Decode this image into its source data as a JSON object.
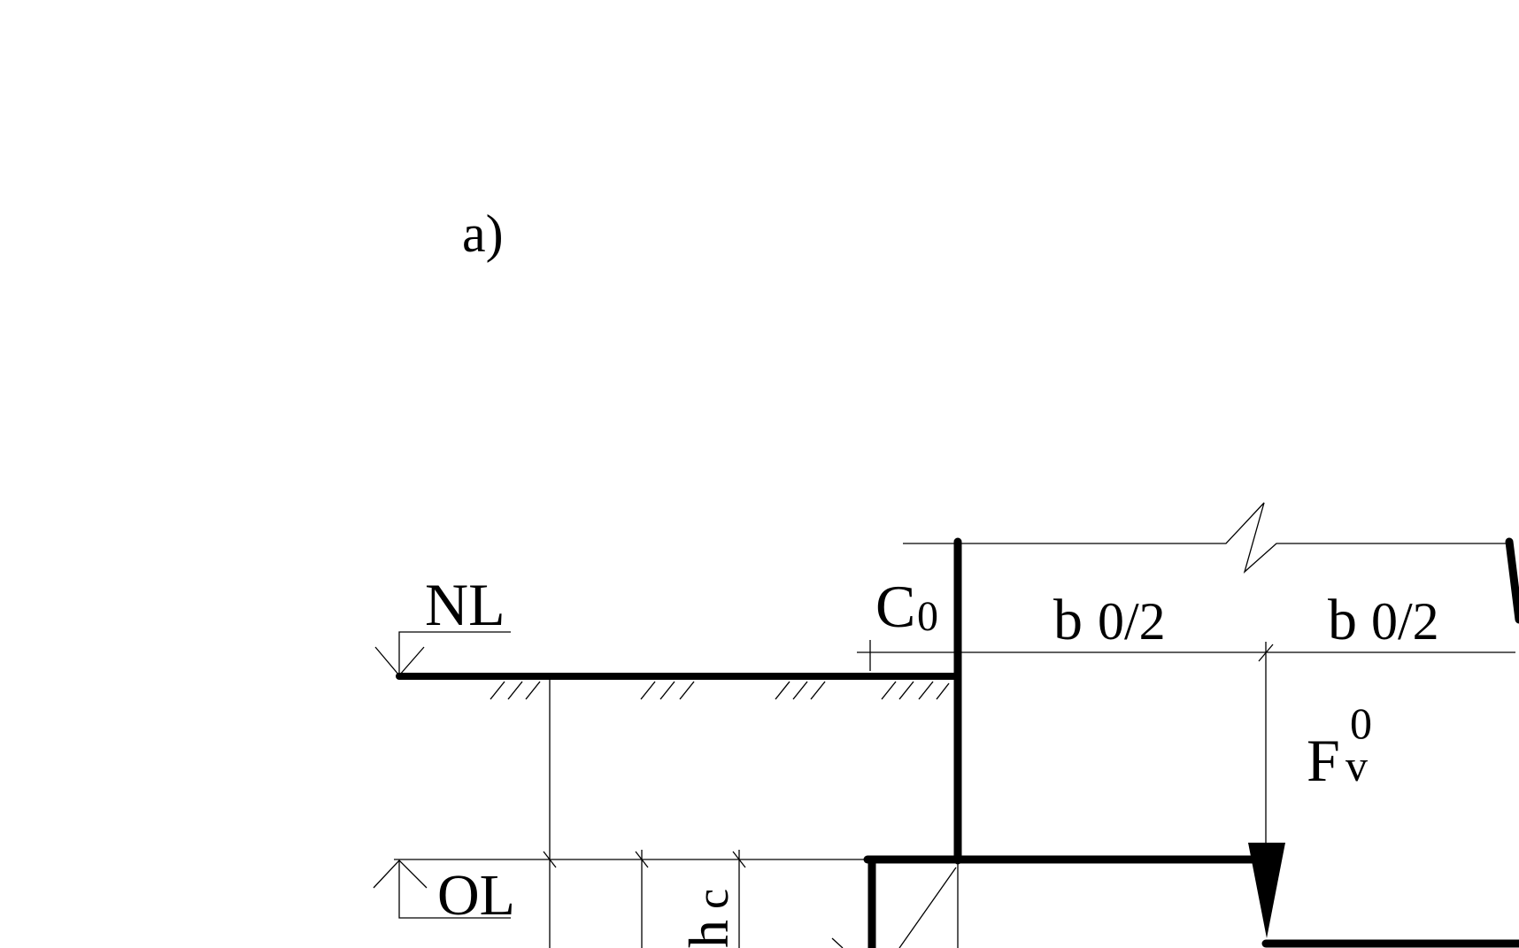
{
  "figure": {
    "panel_label": "a)",
    "ground_level_label": "NL",
    "foundation_level_label": "OL",
    "offset_label_main": "C",
    "offset_label_sub": "0",
    "half_width_left": {
      "main": "b",
      "sub": "0/2"
    },
    "half_width_right": {
      "main": "b",
      "sub": "0/2"
    },
    "load_label": {
      "main": "F",
      "sub": "v",
      "sup": "0"
    },
    "height_label": {
      "main": "h",
      "sub": "c"
    }
  },
  "colors": {
    "ink": "#000000",
    "background": "#ffffff"
  }
}
